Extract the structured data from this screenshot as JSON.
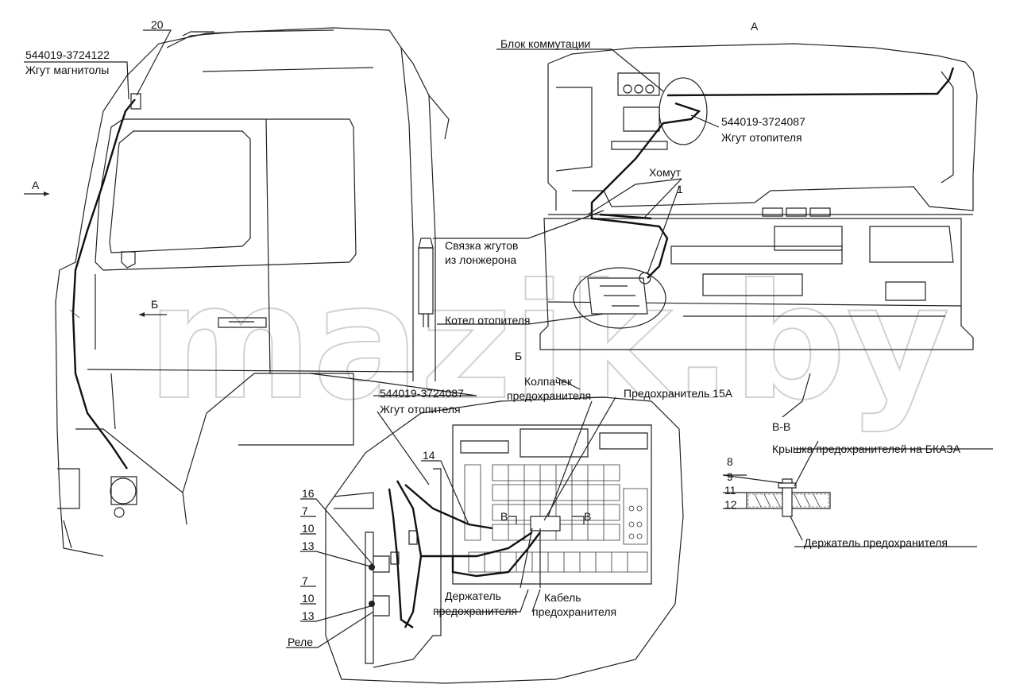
{
  "labels": {
    "item20": "20",
    "harness_radio_code": "544019-3724122",
    "harness_radio_name": "Жгут магнитолы",
    "view_a_top": "А",
    "view_a_arrow": "А",
    "switch_block": "Блок коммутации",
    "harness_heater_code_1": "544019-3724087",
    "harness_heater_name_1": "Жгут отопителя",
    "clamp": "Хомут",
    "item1": "1",
    "bundle_line1": "Связка жгутов",
    "bundle_line2": "из лонжерона",
    "view_b_arrow": "Б",
    "boiler": "Котел отопителя",
    "view_b": "Б",
    "fuse_cap_line1": "Колпачек",
    "fuse_cap_line2": "предохранителя",
    "fuse_15a": "Предохранитель 15А",
    "harness_heater_code_2": "544019-3724087",
    "harness_heater_name_2": "Жгут отопителя",
    "section_vv": "В-В",
    "bkaza_cover": "Крышка предохранителей на БКАЗА",
    "item8": "8",
    "item9": "9",
    "item11": "11",
    "item12": "12",
    "fuse_holder_right": "Держатель предохранителя",
    "item14": "14",
    "item16": "16",
    "item7a": "7",
    "item10a": "10",
    "item13a": "13",
    "item7b": "7",
    "item10b": "10",
    "item13b": "13",
    "relay": "Реле",
    "section_v_left": "В",
    "section_v_right": "В",
    "fuse_holder_line1": "Держатель",
    "fuse_holder_line2": "предохранителя",
    "fuse_cable_line1": "Кабель",
    "fuse_cable_line2": "предохранителя"
  },
  "watermark": "mazik.by"
}
